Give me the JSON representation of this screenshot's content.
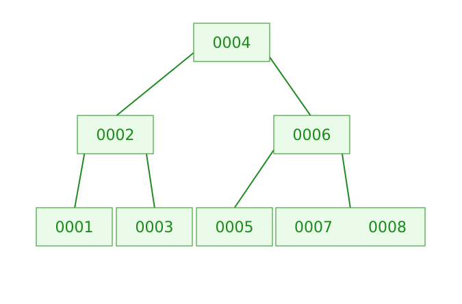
{
  "tree": {
    "root": {
      "keys": [
        "0004"
      ]
    },
    "level1": [
      {
        "keys": [
          "0002"
        ]
      },
      {
        "keys": [
          "0006"
        ]
      }
    ],
    "leaves": [
      {
        "keys": [
          "0001"
        ]
      },
      {
        "keys": [
          "0003"
        ]
      },
      {
        "keys": [
          "0005"
        ]
      },
      {
        "keys": [
          "0007",
          "0008"
        ]
      }
    ]
  },
  "colors": {
    "node_fill": "#ebfbe9",
    "node_stroke": "#3fa33f",
    "text": "#1a8a1a",
    "edge": "#1f8a1f"
  }
}
